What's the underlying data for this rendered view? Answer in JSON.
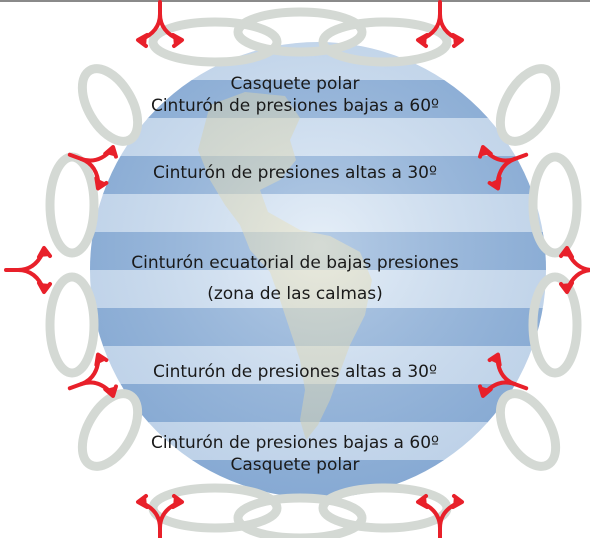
{
  "diagram": {
    "labels": {
      "north_polar_cap": "Casquete polar",
      "north_low_60": "Cinturón de presiones bajas a 60º",
      "north_high_30": "Cinturón de presiones altas a 30º",
      "equatorial_low": "Cinturón ecuatorial de bajas presiones",
      "calm_zone": "(zona de las calmas)",
      "south_high_30": "Cinturón de presiones altas a 30º",
      "south_low_60": "Cinturón de presiones bajas a 60º",
      "south_polar_cap": "Casquete polar"
    },
    "colors": {
      "arrow": "#e8202a",
      "ocean_light": "#d8e6f4",
      "ocean_dark": "#8fb1d8",
      "land": "#e6d9a8",
      "cell_stroke": "#d4d9d4",
      "frame": "#8a8a8a"
    },
    "icons": {
      "wind_arrow": "curved-red-arrow",
      "circulation_cell": "oval-loop"
    }
  }
}
